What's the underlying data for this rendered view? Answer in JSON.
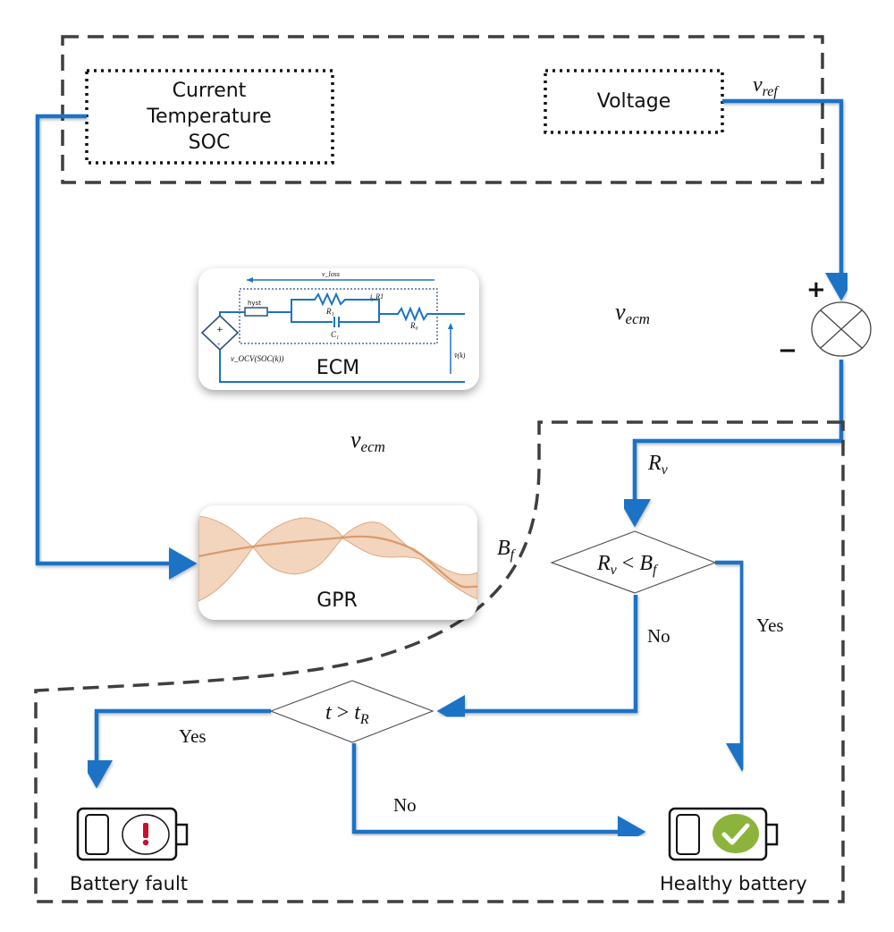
{
  "diagram": {
    "inputs_box": {
      "lines": [
        "Current",
        "Temperature",
        "SOC"
      ]
    },
    "voltage_box": {
      "label": "Voltage"
    },
    "signals": {
      "v_ref": {
        "base": "v",
        "sub": "ref"
      },
      "v_ecm_right": {
        "base": "v",
        "sub": "ecm"
      },
      "v_ecm_down": {
        "base": "v",
        "sub": "ecm"
      },
      "R_v": {
        "base": "R",
        "sub": "v"
      },
      "B_f": {
        "base": "B",
        "sub": "f"
      }
    },
    "summing_junction": {
      "plus": "+",
      "minus": "−"
    },
    "ecm_block": {
      "title": "ECM",
      "circuit_labels": {
        "v_loss": "v_loss",
        "hyst": "hyst",
        "R1": "R₁",
        "iR1": "i_R1",
        "C1": "C₁",
        "R0": "R₀",
        "vocv": "v_OCV(SOC(k))",
        "vk": "v̂(k)",
        "src_plus": "+",
        "src_minus": "-"
      }
    },
    "gpr_block": {
      "title": "GPR",
      "colors": {
        "band": "#f0c9ad",
        "mean": "#d99a6c"
      }
    },
    "decision_1": {
      "lhs": {
        "base": "R",
        "sub": "v"
      },
      "op": "<",
      "rhs": {
        "base": "B",
        "sub": "f"
      },
      "yes": "Yes",
      "no": "No"
    },
    "decision_2": {
      "lhs": "t",
      "op": ">",
      "rhs": {
        "base": "t",
        "sub": "R"
      },
      "yes": "Yes",
      "no": "No"
    },
    "outcomes": {
      "fault": {
        "label": "Battery fault",
        "icon": "battery-fault-icon",
        "color": "#c8102e"
      },
      "healthy": {
        "label": "Healthy battery",
        "icon": "battery-healthy-icon",
        "color": "#8cb43c"
      }
    },
    "colors": {
      "flow_line": "#1a73c6",
      "boundary": "#3f3f3f"
    }
  }
}
